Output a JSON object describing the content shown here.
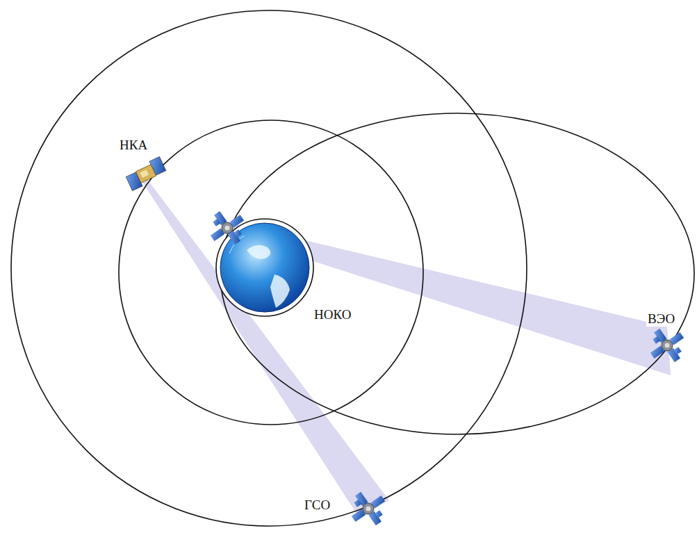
{
  "diagram": {
    "labels": [
      "НКА",
      "НОКО",
      "ВЭО",
      "ГСО"
    ]
  }
}
